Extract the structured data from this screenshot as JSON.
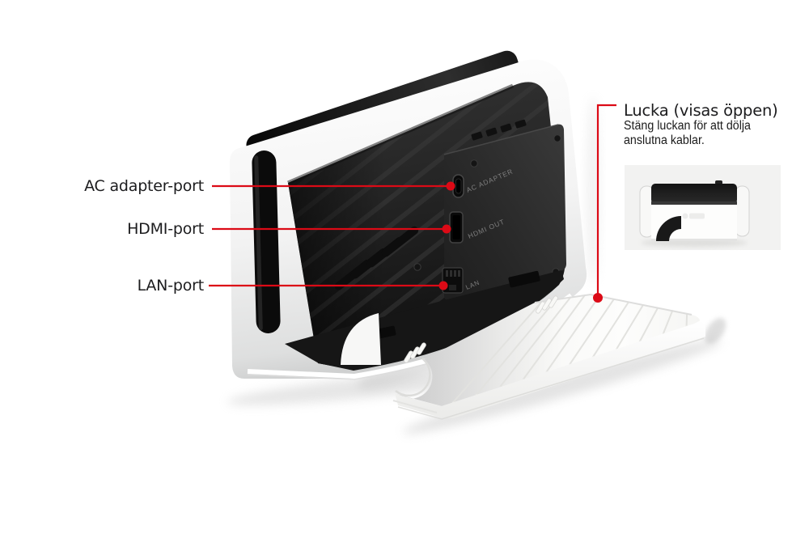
{
  "figure": {
    "description": "Game console dock rear view with connector cover shown open",
    "callouts": {
      "ac": {
        "label": "AC adapter-port"
      },
      "hdmi": {
        "label": "HDMI-port"
      },
      "lan": {
        "label": "LAN-port"
      },
      "lucka": {
        "title": "Lucka (visas öppen)",
        "desc_line1": "Stäng luckan för att dölja",
        "desc_line2": "anslutna kablar."
      }
    },
    "port_markings": {
      "ac": "AC ADAPTER",
      "hdmi": "HDMI OUT",
      "lan": "LAN"
    },
    "colors": {
      "callout_red": "#dc0a16",
      "label_text": "#1c1c1e",
      "port_marking_gray": "#7e7e7e",
      "dock_shell_white": "#f4f4f4",
      "recess_dark": "#232323",
      "inset_background": "#f2f2f1"
    }
  }
}
